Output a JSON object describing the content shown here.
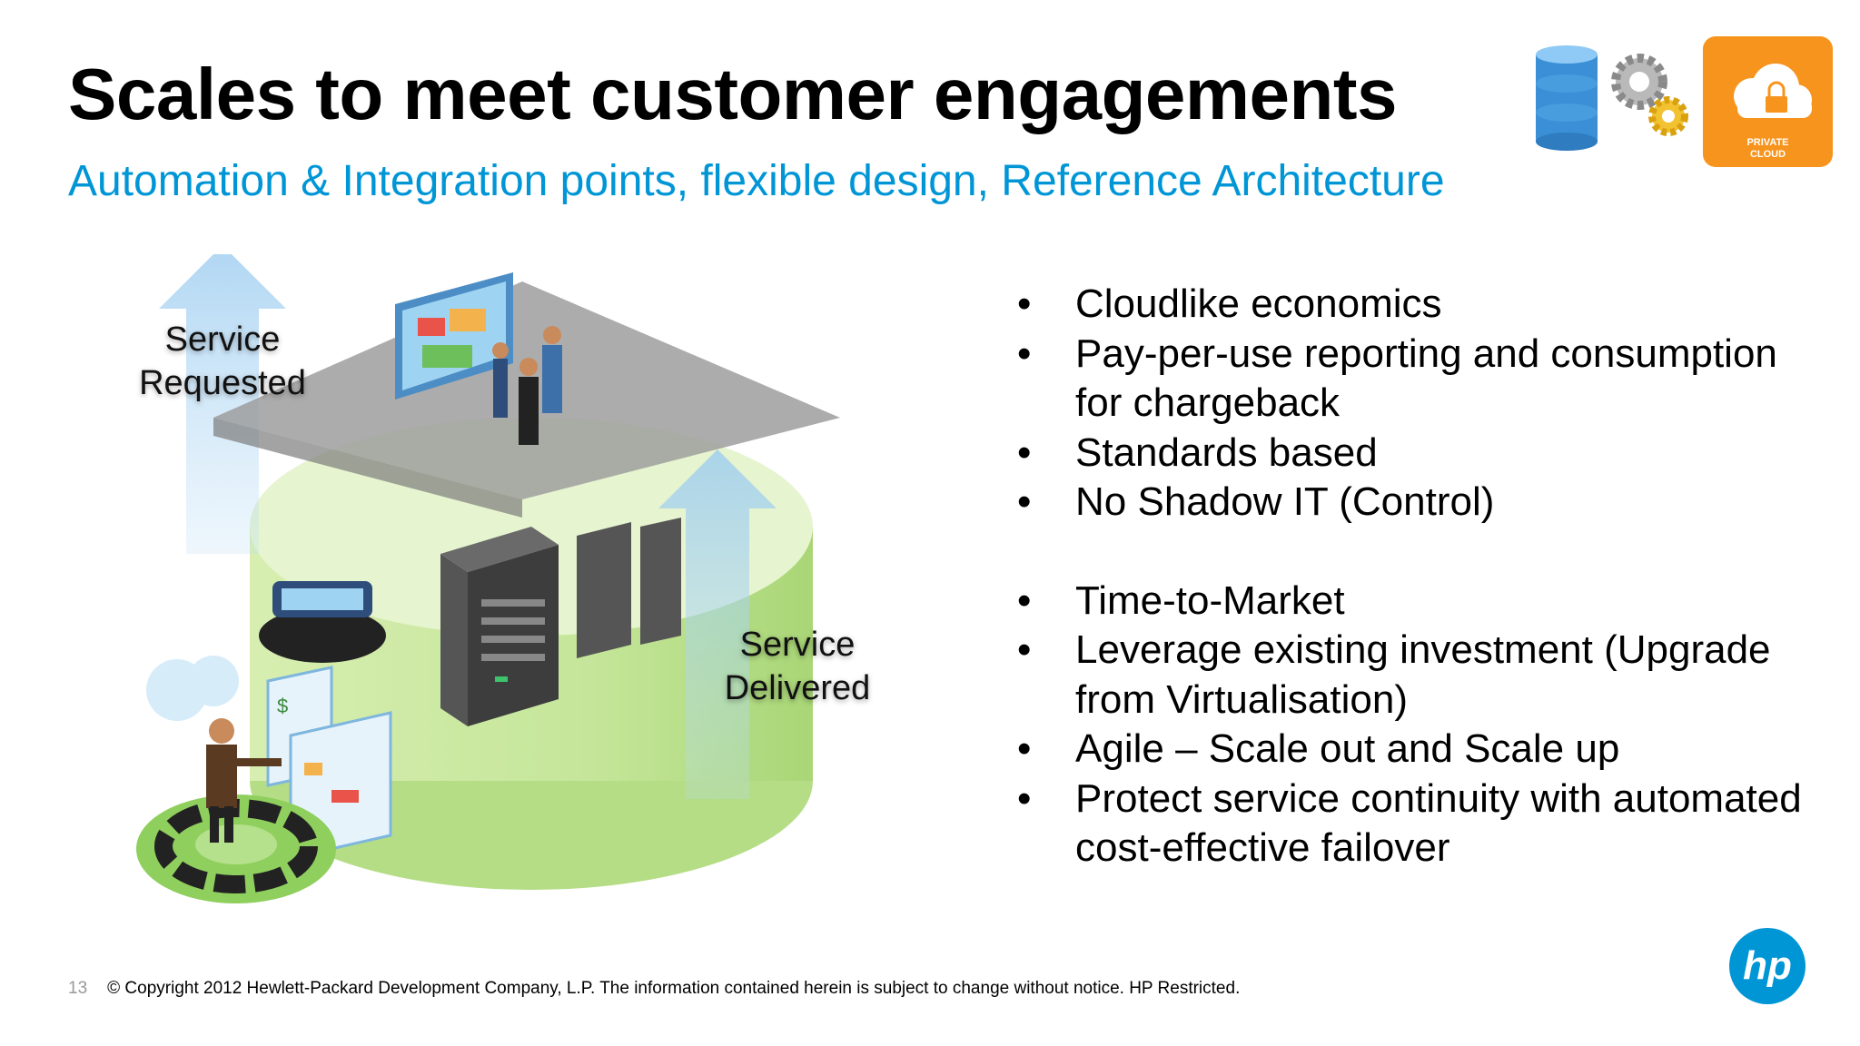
{
  "slide": {
    "title": "Scales to meet customer engagements",
    "subtitle": "Automation & Integration points, flexible design, Reference Architecture"
  },
  "corner_icons": {
    "icons": [
      "database-icon",
      "gears-icon",
      "private-cloud-icon"
    ],
    "private_cloud_text": "PRIVATE CLOUD",
    "colors": {
      "orange": "#f7941d",
      "database_blue": "#3a8fd6"
    }
  },
  "illustration": {
    "service_requested": "Service Requested",
    "service_delivered": "Service Delivered"
  },
  "bullets": {
    "group1": [
      "Cloudlike economics",
      "Pay-per-use reporting and consumption for chargeback",
      "Standards based",
      "No Shadow IT (Control)"
    ],
    "group2": [
      "Time-to-Market",
      "Leverage existing investment (Upgrade from Virtualisation)",
      "Agile – Scale out and Scale up",
      "Protect service continuity with automated cost-effective failover"
    ]
  },
  "footer": {
    "page_number": "13",
    "copyright": "© Copyright 2012 Hewlett-Packard Development Company, L.P. The information contained herein is subject to change without notice. HP Restricted."
  },
  "brand": {
    "logo_text": "hp",
    "logo_color": "#0096d6"
  },
  "colors": {
    "subtitle": "#0096d6",
    "title": "#000000"
  }
}
